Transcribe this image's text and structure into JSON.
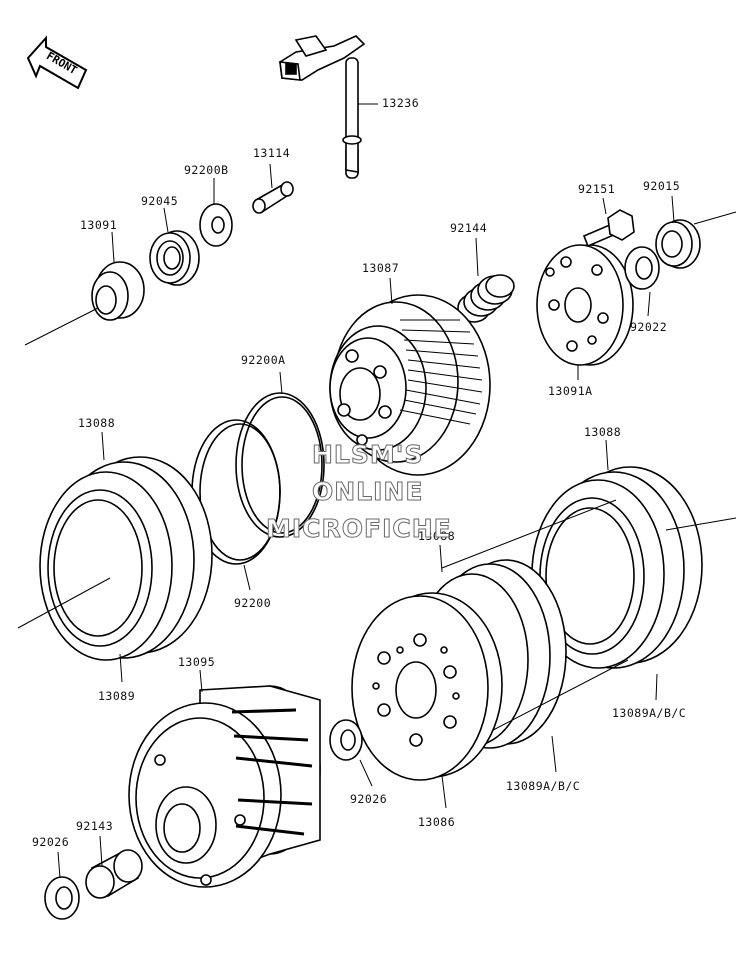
{
  "front_label": "FRONT",
  "watermark": {
    "line1": "HLSM'S",
    "line2": "ONLINE",
    "line3": "MICROFICHE"
  },
  "parts": {
    "p13236": "13236",
    "p13114": "13114",
    "p92200B": "92200B",
    "p92045": "92045",
    "p13091": "13091",
    "p92151": "92151",
    "p92015": "92015",
    "p13087": "13087",
    "p92144": "92144",
    "p92022": "92022",
    "p13091A": "13091A",
    "p92200A": "92200A",
    "p13088_left": "13088",
    "p13088_right": "13088",
    "p13088_mid": "13088",
    "p92200": "92200",
    "p13089": "13089",
    "p13095": "13095",
    "p13089ABC_right": "13089A/B/C",
    "p13089ABC_mid": "13089A/B/C",
    "p92026_mid": "92026",
    "p13086": "13086",
    "p92026_left": "92026",
    "p92143": "92143"
  }
}
